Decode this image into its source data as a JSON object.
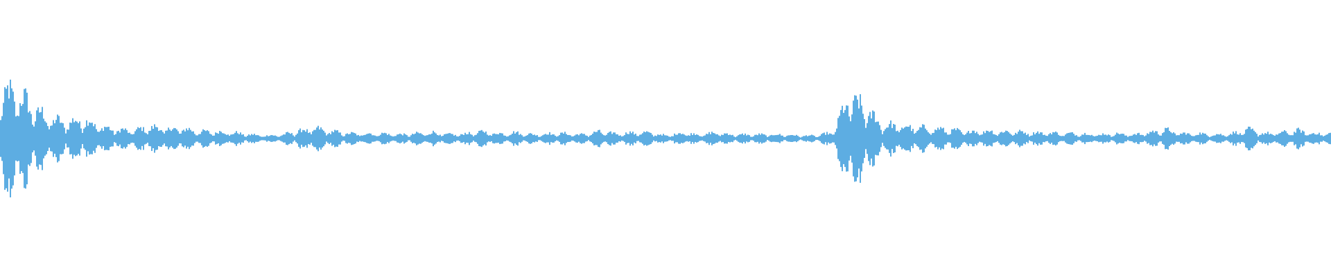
{
  "chart_data": {
    "type": "area",
    "title": "",
    "xlabel": "",
    "ylabel": "",
    "ylim": [
      -1,
      1
    ],
    "grid": false,
    "color": "#5dade2",
    "background": "#ffffff",
    "envelope_peak_amplitude": [
      0.45,
      0.47,
      0.3,
      0.2,
      0.16,
      0.2,
      0.12,
      0.09,
      0.08,
      0.12,
      0.1,
      0.1,
      0.07,
      0.07,
      0.06,
      0.04,
      0.03,
      0.04,
      0.08,
      0.1,
      0.07,
      0.05,
      0.05,
      0.05,
      0.04,
      0.05,
      0.06,
      0.04,
      0.05,
      0.07,
      0.05,
      0.06,
      0.04,
      0.05,
      0.05,
      0.04,
      0.07,
      0.05,
      0.06,
      0.06,
      0.03,
      0.06,
      0.04,
      0.06,
      0.04,
      0.04,
      0.04,
      0.04,
      0.03,
      0.03,
      0.06,
      0.42,
      0.3,
      0.14,
      0.13,
      0.11,
      0.1,
      0.09,
      0.07,
      0.08,
      0.07,
      0.07,
      0.06,
      0.06,
      0.05,
      0.05,
      0.04,
      0.05,
      0.04,
      0.06,
      0.09,
      0.05,
      0.05,
      0.04,
      0.05,
      0.09,
      0.05,
      0.06,
      0.08,
      0.05
    ]
  }
}
